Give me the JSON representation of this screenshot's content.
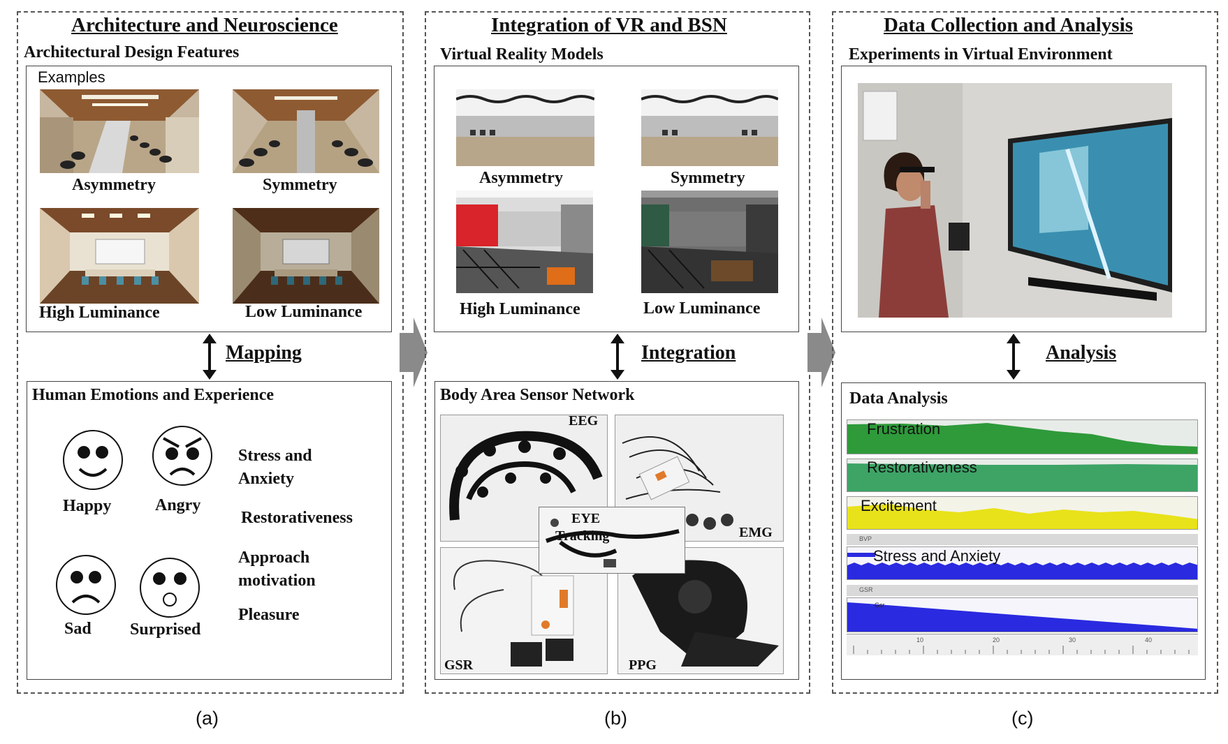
{
  "panels": {
    "a": {
      "title": "Architecture and Neuroscience",
      "subtitle": "Architectural Design Features",
      "examples_label": "Examples",
      "image_labels": [
        "Asymmetry",
        "Symmetry",
        "High Luminance",
        "Low Luminance"
      ],
      "link_label": "Mapping",
      "emotions_title": "Human Emotions and Experience",
      "faces": [
        "Happy",
        "Angry",
        "Sad",
        "Surprised"
      ],
      "experiences": [
        "Stress and",
        "Anxiety",
        "Restorativeness",
        "Approach",
        "motivation",
        "Pleasure"
      ],
      "letter": "(a)"
    },
    "b": {
      "title": "Integration of VR and BSN",
      "subtitle": "Virtual Reality Models",
      "image_labels": [
        "Asymmetry",
        "Symmetry",
        "High Luminance",
        "Low Luminance"
      ],
      "link_label": "Integration",
      "sensor_title": "Body Area Sensor Network",
      "sensors": [
        "EEG",
        "EMG",
        "EYE",
        "Tracking",
        "GSR",
        "PPG"
      ],
      "letter": "(b)"
    },
    "c": {
      "title": "Data Collection and Analysis",
      "subtitle": "Experiments in Virtual Environment",
      "link_label": "Analysis",
      "analysis_title": "Data Analysis",
      "series": [
        "Frustration",
        "Restorativeness",
        "Excitement",
        "Stress and Anxiety"
      ],
      "section_tags": [
        "BVP",
        "GSR",
        "Gsr"
      ],
      "axis_ticks": [
        "10",
        "20",
        "30",
        "40"
      ],
      "letter": "(c)"
    }
  },
  "colors": {
    "frustration": "#2e9a3a",
    "restorativeness": "#3da466",
    "excitement": "#e8e21a",
    "stress": "#2a2ae0",
    "gsr": "#2a2ae0"
  }
}
